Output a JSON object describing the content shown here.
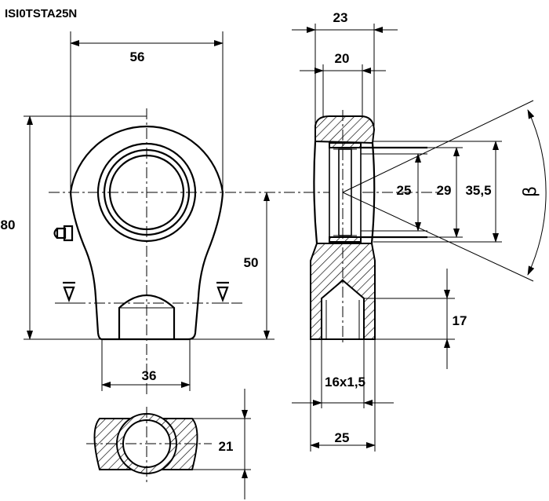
{
  "title": "ISI0TSTA25N",
  "dimensions": {
    "width_56": "56",
    "height_80": "80",
    "center_50": "50",
    "neck_36": "36",
    "thickness_23": "23",
    "inner_20": "20",
    "bore_25": "25",
    "ring_29": "29",
    "outer_35_5": "35,5",
    "tilt_angle": "β",
    "thread_depth_17": "17",
    "thread_16x1_5": "16x1,5",
    "body_25": "25",
    "section_21": "21"
  }
}
